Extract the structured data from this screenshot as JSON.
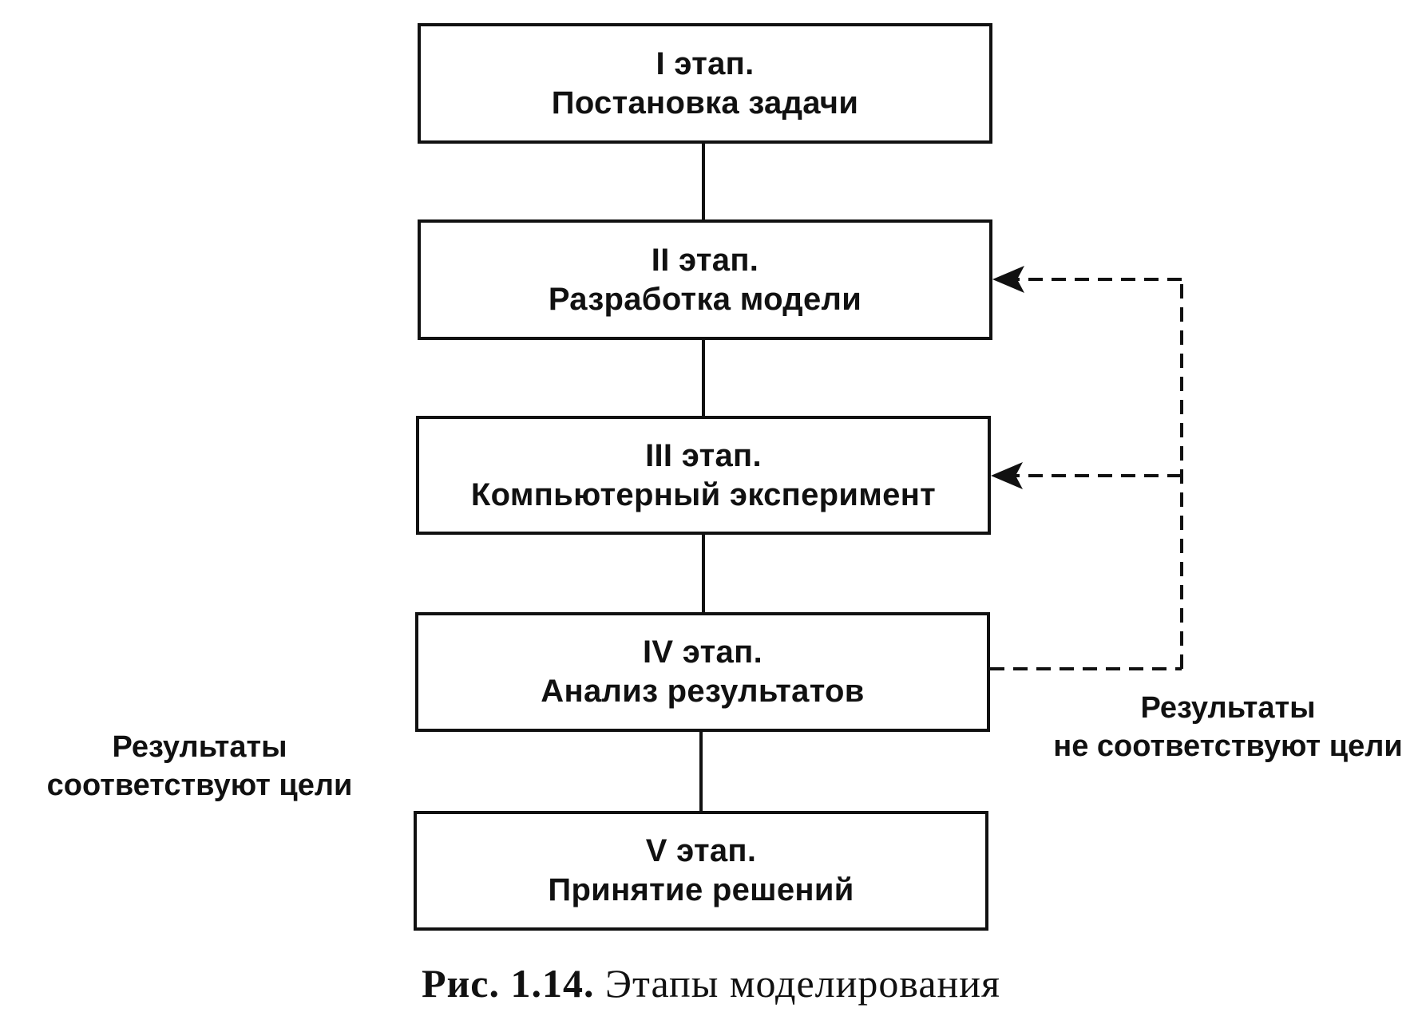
{
  "stages": [
    {
      "number": "I этап.",
      "title": "Постановка задачи"
    },
    {
      "number": "II этап.",
      "title": "Разработка модели"
    },
    {
      "number": "III этап.",
      "title": "Компьютерный эксперимент"
    },
    {
      "number": "IV этап.",
      "title": "Анализ результатов"
    },
    {
      "number": "V этап.",
      "title": "Принятие решений"
    }
  ],
  "labels": {
    "not_match": [
      "Результаты",
      "не соответствуют цели"
    ],
    "match": [
      "Результаты",
      "соответствуют цели"
    ]
  },
  "caption": {
    "label": "Рис. 1.14.",
    "text": "Этапы моделирования"
  },
  "colors": {
    "line": "#111111",
    "background": "#ffffff"
  }
}
